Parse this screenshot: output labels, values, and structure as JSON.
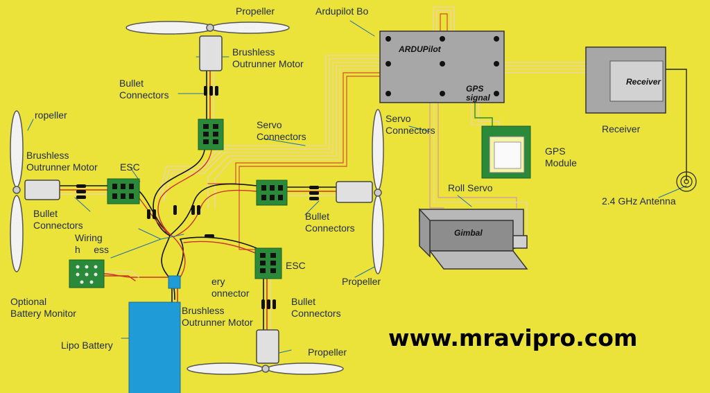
{
  "colors": {
    "background": "#ebe33a",
    "wire_red": "#c8322e",
    "wire_black": "#111111",
    "wire_tan": "#e8d6a0",
    "board_green": "#2a8a3a",
    "battery_blue": "#1f9bd7",
    "gray_box": "#a7a7a7"
  },
  "labels": {
    "propeller_top": "Propeller",
    "brushless_top": "Brushless\nOutrunner Motor",
    "bullet_top": "Bullet\nConnectors",
    "propeller_left": "ropeller",
    "brushless_left": "Brushless\nOutrunner Motor",
    "esc_left": "ESC",
    "bullet_left": "Bullet\nConnectors",
    "wiring_harness": "Wiring\nh     ess",
    "optional_battery_monitor": "Optional\nBattery Monitor",
    "lipo_battery": "Lipo Battery",
    "battery_connector": "ery\nonnector",
    "brushless_bottom": "Brushless\nOutrunner Motor",
    "esc_bottom": "ESC",
    "bullet_bottom": "Bullet\nConnectors",
    "propeller_bottom": "Propeller",
    "servo_connectors_center": "Servo\nConnectors",
    "bullet_right": "Bullet\nConnectors",
    "propeller_right": "Propeller",
    "servo_connectors_right": "Servo\nConnectors",
    "ardupilot_board": "Ardupilot Bo",
    "ardupilot_logo": "ARDUPilot",
    "gps_signal": "GPS\nsignal",
    "gps_module": "GPS\nModule",
    "roll_servo": "Roll Servo",
    "gimbal": "Gimbal",
    "receiver_box": "Receiver",
    "receiver_caption": "Receiver",
    "antenna": "2.4 GHz Antenna"
  },
  "website": "www.mravipro.com"
}
